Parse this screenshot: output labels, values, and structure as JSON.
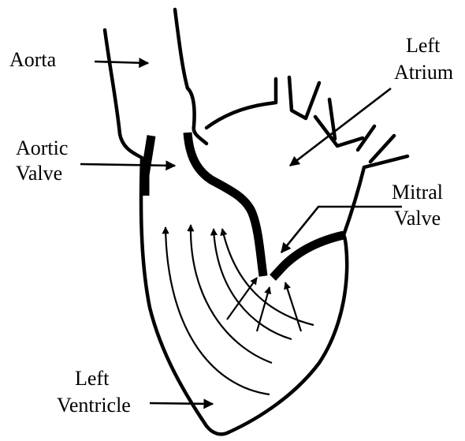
{
  "labels": {
    "aorta": "Aorta",
    "left_atrium_line1": "Left",
    "left_atrium_line2": "Atrium",
    "aortic_valve_line1": "Aortic",
    "aortic_valve_line2": "Valve",
    "mitral_valve_line1": "Mitral",
    "mitral_valve_line2": "Valve",
    "left_ventricle_line1": "Left",
    "left_ventricle_line2": "Ventricle"
  }
}
